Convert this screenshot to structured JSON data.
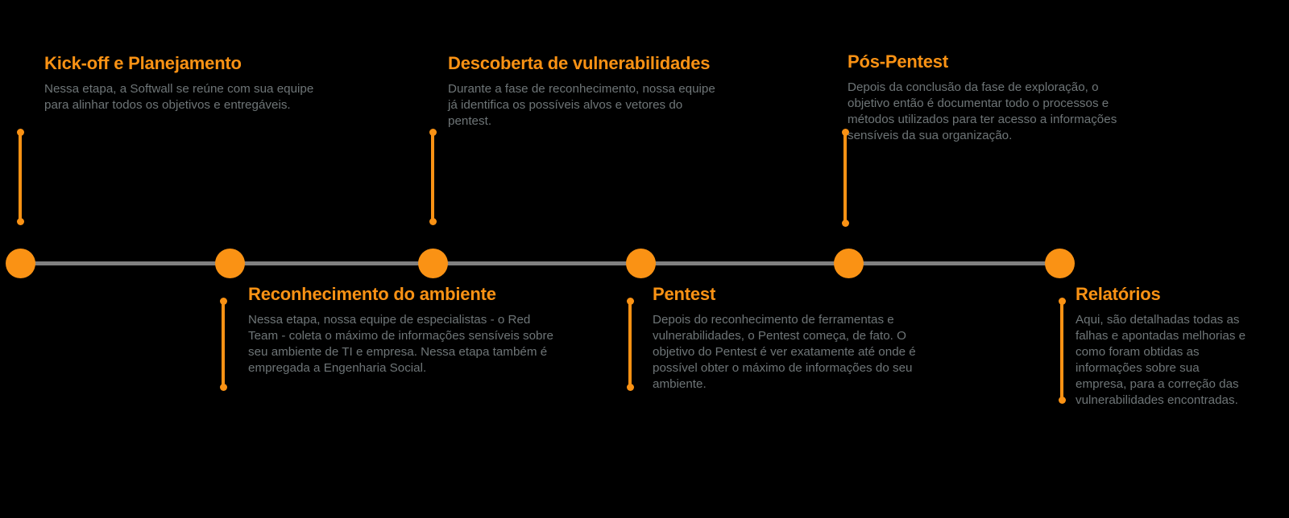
{
  "diagram": {
    "title_color": "#FA9214",
    "body_color": "#6E7577",
    "axis_color": "#808080",
    "background_color": "#000000",
    "steps": [
      {
        "index": 1,
        "position": "above",
        "title": "Kick-off e Planejamento",
        "body": "Nessa etapa, a Softwall se reúne com sua equipe para alinhar todos os objetivos e entregáveis."
      },
      {
        "index": 2,
        "position": "below",
        "title": "Reconhecimento do ambiente",
        "body": "Nessa etapa, nossa equipe de especialistas - o Red Team - coleta o máximo de informações sensíveis sobre seu ambiente de TI e empresa. Nessa etapa também é empregada a Engenharia Social."
      },
      {
        "index": 3,
        "position": "above",
        "title": "Descoberta de vulnerabilidades",
        "body": "Durante a fase de reconhecimento, nossa equipe já identifica os possíveis alvos e vetores do pentest."
      },
      {
        "index": 4,
        "position": "below",
        "title": "Pentest",
        "body": "Depois do reconhecimento de ferramentas e vulnerabilidades, o Pentest começa, de fato. O objetivo do Pentest é ver exatamente até onde é possível obter o máximo de informações do seu ambiente."
      },
      {
        "index": 5,
        "position": "above",
        "title": "Pós-Pentest",
        "body": "Depois da conclusão da fase de exploração, o objetivo então é documentar todo o processos e métodos utilizados para ter acesso a informações sensíveis da sua organização."
      },
      {
        "index": 6,
        "position": "below",
        "title": "Relatórios",
        "body": "Aqui, são detalhadas todas as falhas e apontadas melhorias e como foram obtidas as informações sobre sua empresa, para a correção das vulnerabilidades encontradas."
      }
    ]
  }
}
